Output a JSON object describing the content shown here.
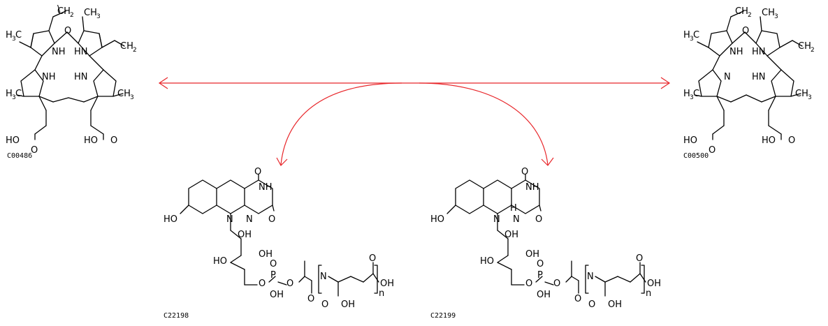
{
  "reaction": {
    "compounds": [
      {
        "id": "C00486"
      },
      {
        "id": "C00500"
      },
      {
        "id": "C22198"
      },
      {
        "id": "C22199"
      }
    ],
    "arrow_color": "#e8262a"
  }
}
